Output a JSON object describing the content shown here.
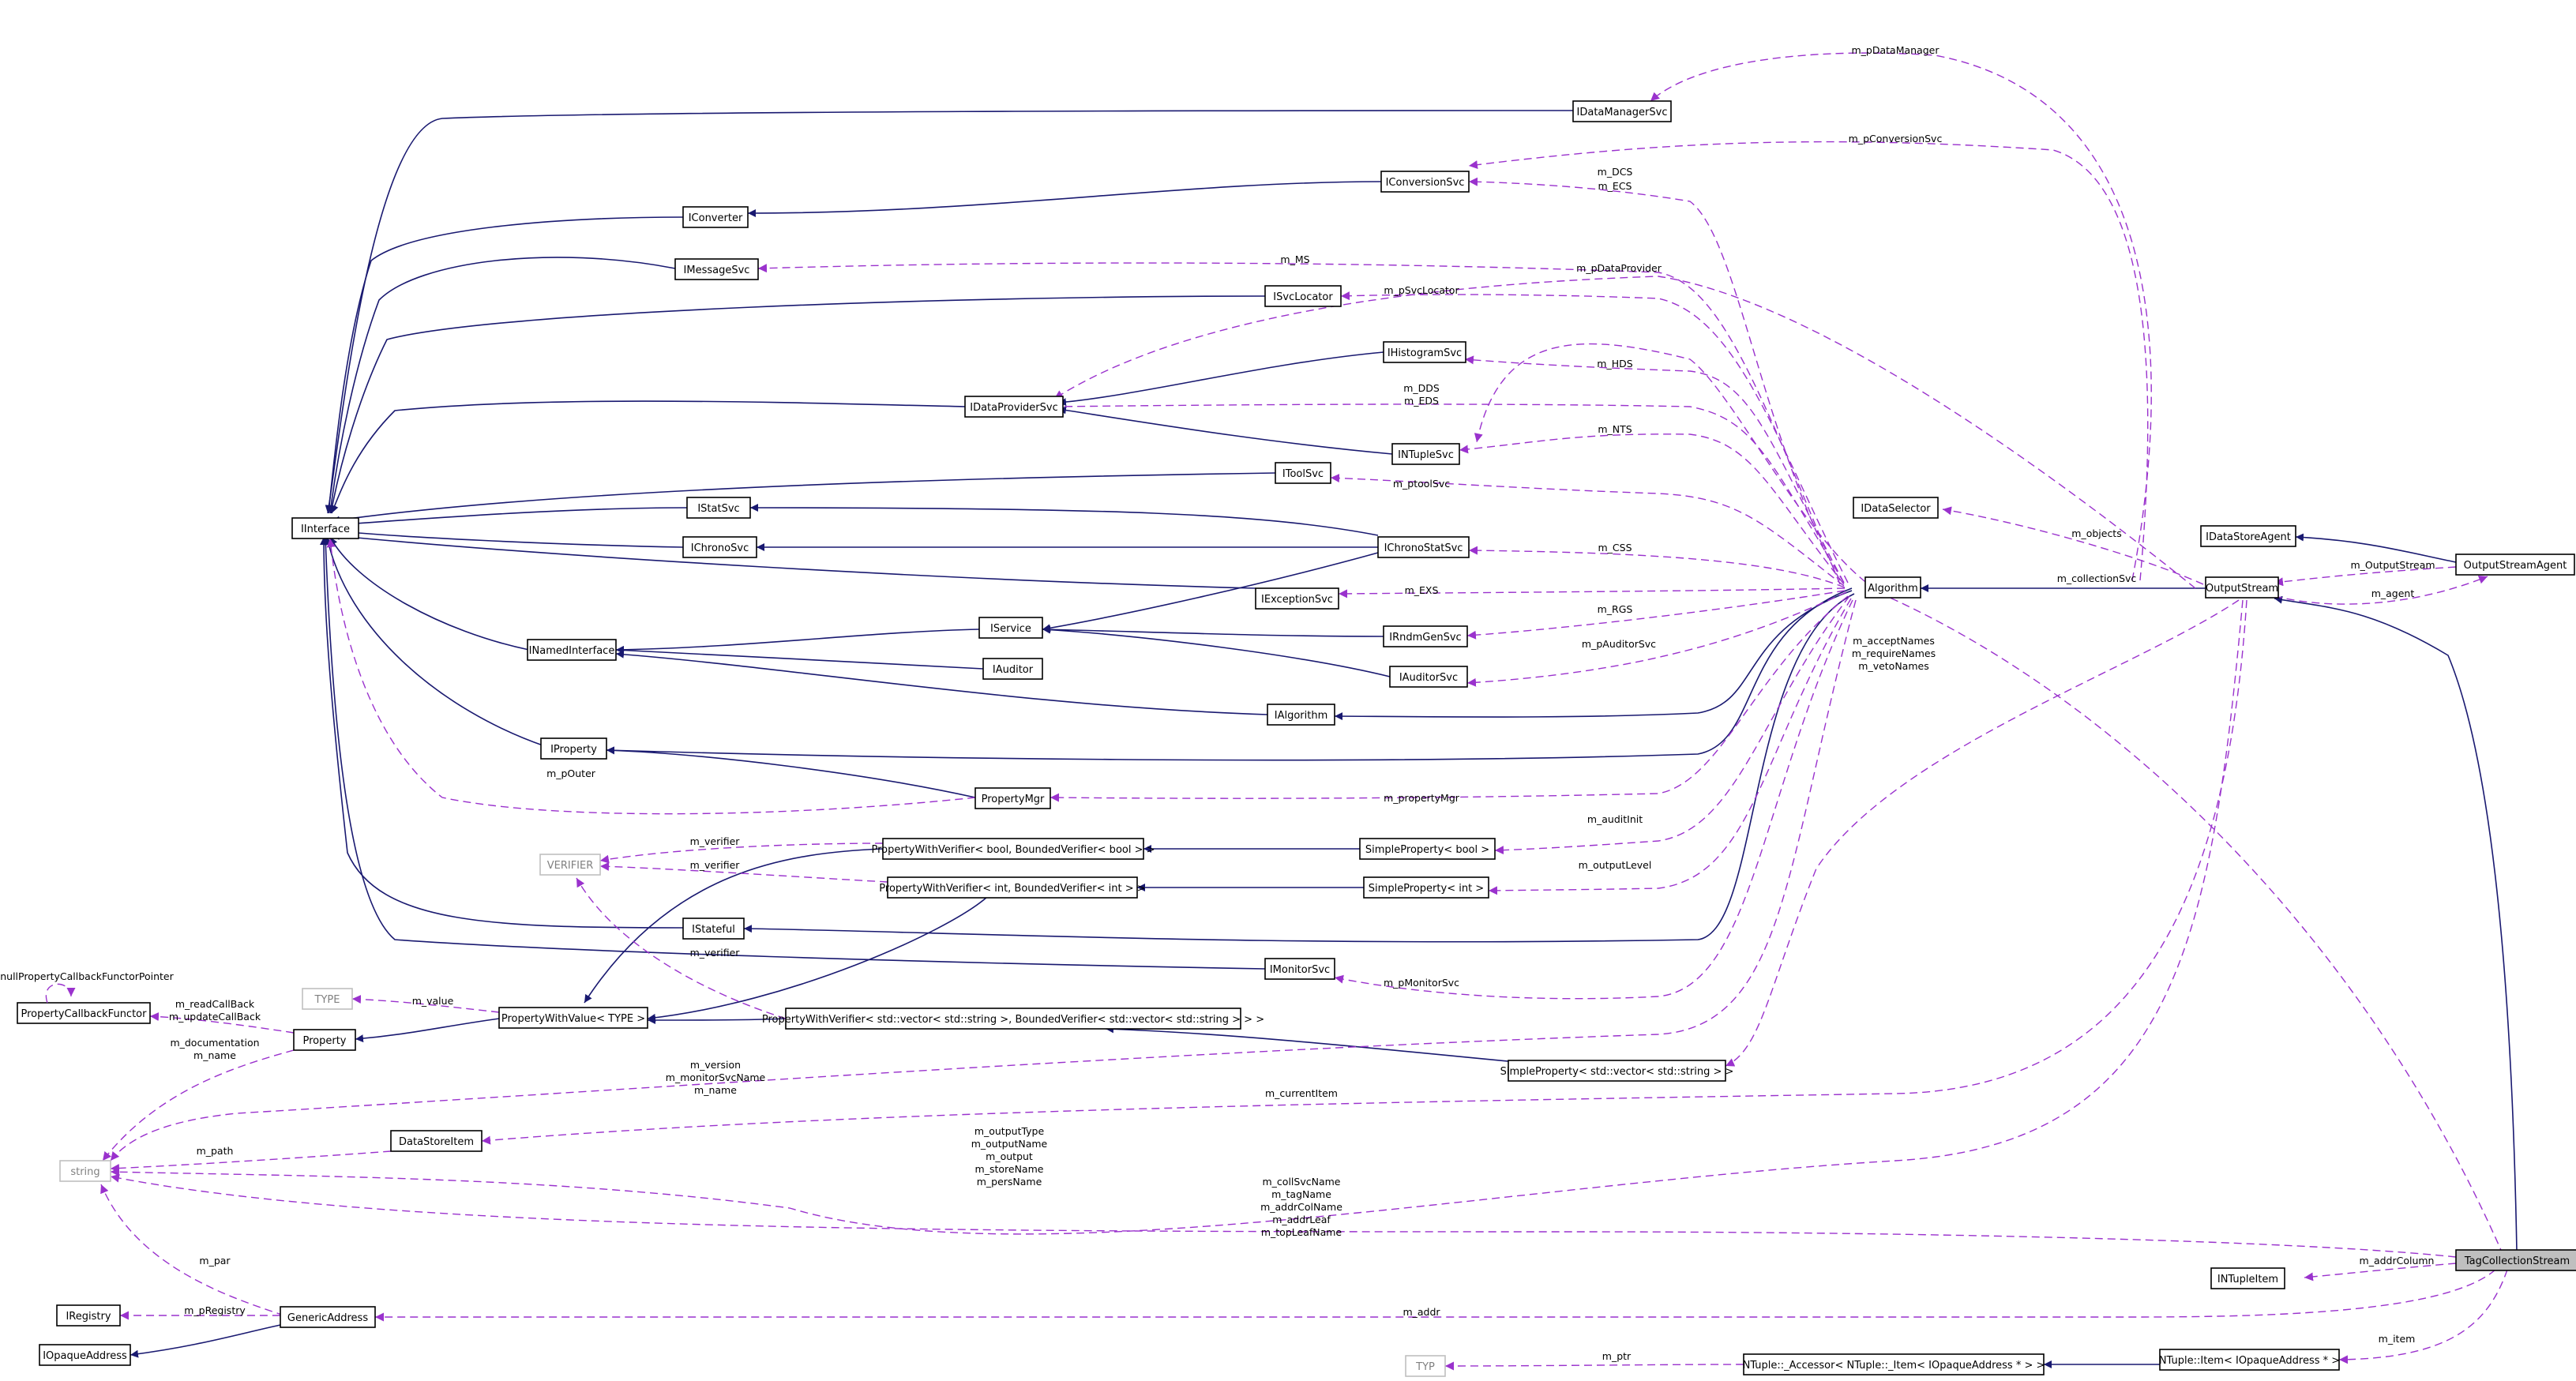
{
  "nodes": {
    "IDataManagerSvc": "IDataManagerSvc",
    "IConversionSvc": "IConversionSvc",
    "IConverter": "IConverter",
    "IMessageSvc": "IMessageSvc",
    "ISvcLocator": "ISvcLocator",
    "IHistogramSvc": "IHistogramSvc",
    "IDataProviderSvc": "IDataProviderSvc",
    "INTupleSvc": "INTupleSvc",
    "IToolSvc": "IToolSvc",
    "IInterface": "IInterface",
    "IStatSvc": "IStatSvc",
    "IChronoSvc": "IChronoSvc",
    "IChronoStatSvc": "IChronoStatSvc",
    "IExceptionSvc": "IExceptionSvc",
    "IService": "IService",
    "IRndmGenSvc": "IRndmGenSvc",
    "INamedInterface": "INamedInterface",
    "IAuditor": "IAuditor",
    "IAuditorSvc": "IAuditorSvc",
    "IAlgorithm": "IAlgorithm",
    "IProperty": "IProperty",
    "PropertyMgr": "PropertyMgr",
    "PWV_bool": "PropertyWithVerifier< bool, BoundedVerifier< bool > >",
    "SimpleProperty_bool": "SimpleProperty< bool >",
    "VERIFIER": "VERIFIER",
    "PWV_int": "PropertyWithVerifier< int, BoundedVerifier< int > >",
    "SimpleProperty_int": "SimpleProperty< int >",
    "IStateful": "IStateful",
    "nullPropertyCallbackFunctorPointer": "nullPropertyCallbackFunctorPointer",
    "PropertyCallbackFunctor": "PropertyCallbackFunctor",
    "TYPE": "TYPE",
    "Property": "Property",
    "PropertyWithValue": "PropertyWithValue< TYPE >",
    "IMonitorSvc": "IMonitorSvc",
    "PWV_vector": "PropertyWithVerifier< std::vector< std::string >, BoundedVerifier< std::vector< std::string > > >",
    "SimpleProperty_vector": "SimpleProperty< std::vector< std::string > >",
    "DataStoreItem": "DataStoreItem",
    "string": "string",
    "IRegistry": "IRegistry",
    "GenericAddress": "GenericAddress",
    "IOpaqueAddress": "IOpaqueAddress",
    "TYP": "TYP",
    "NTupleAccessor": "NTuple::_Accessor< NTuple::_Item< IOpaqueAddress * > >",
    "NTupleItem": "NTuple::Item< IOpaqueAddress * >",
    "INTupleItem": "INTupleItem",
    "TagCollectionStream": "TagCollectionStream",
    "Algorithm": "Algorithm",
    "OutputStream": "OutputStream",
    "IDataSelector": "IDataSelector",
    "IDataStoreAgent": "IDataStoreAgent",
    "OutputStreamAgent": "OutputStreamAgent"
  },
  "edge_labels": {
    "m_pDataManager": "m_pDataManager",
    "m_pConversionSvc": "m_pConversionSvc",
    "m_DCS": "m_DCS",
    "m_ECS": "m_ECS",
    "m_MS": "m_MS",
    "m_pDataProvider": "m_pDataProvider",
    "m_pSvcLocator": "m_pSvcLocator",
    "m_HDS": "m_HDS",
    "m_DDS": "m_DDS",
    "m_EDS": "m_EDS",
    "m_NTS": "m_NTS",
    "m_ptoolSvc": "m_ptoolSvc",
    "m_CSS": "m_CSS",
    "m_objects": "m_objects",
    "m_EXS": "m_EXS",
    "m_RGS": "m_RGS",
    "m_collectionSvc": "m_collectionSvc",
    "m_OutputStream": "m_OutputStream",
    "m_agent": "m_agent",
    "m_pAuditorSvc": "m_pAuditorSvc",
    "m_acceptNames": "m_acceptNames",
    "m_requireNames": "m_requireNames",
    "m_vetoNames": "m_vetoNames",
    "m_pOuter": "m_pOuter",
    "m_propertyMgr": "m_propertyMgr",
    "m_verifier_1": "m_verifier",
    "m_verifier_2": "m_verifier",
    "m_verifier_3": "m_verifier",
    "m_auditInit": "m_auditInit",
    "m_outputLevel": "m_outputLevel",
    "m_value": "m_value",
    "m_readCallBack": "m_readCallBack",
    "m_updateCallBack": "m_updateCallBack",
    "m_documentation": "m_documentation",
    "m_name_prop": "m_name",
    "m_pMonitorSvc": "m_pMonitorSvc",
    "m_version": "m_version",
    "m_monitorSvcName": "m_monitorSvcName",
    "m_name_alg": "m_name",
    "m_currentItem": "m_currentItem",
    "m_path": "m_path",
    "m_outputType": "m_outputType",
    "m_outputName": "m_outputName",
    "m_output": "m_output",
    "m_storeName": "m_storeName",
    "m_persName": "m_persName",
    "m_collSvcName": "m_collSvcName",
    "m_tagName": "m_tagName",
    "m_addrColName": "m_addrColName",
    "m_addrLeaf": "m_addrLeaf",
    "m_topLeafName": "m_topLeafName",
    "m_addrColumn": "m_addrColumn",
    "m_par": "m_par",
    "m_pRegistry": "m_pRegistry",
    "m_addr": "m_addr",
    "m_ptr": "m_ptr",
    "m_item": "m_item"
  },
  "colors": {
    "inheritance": "#191970",
    "usage": "#9a32cd",
    "template_box": "#bfbfbf",
    "highlight_fill": "#bfbfbf"
  }
}
